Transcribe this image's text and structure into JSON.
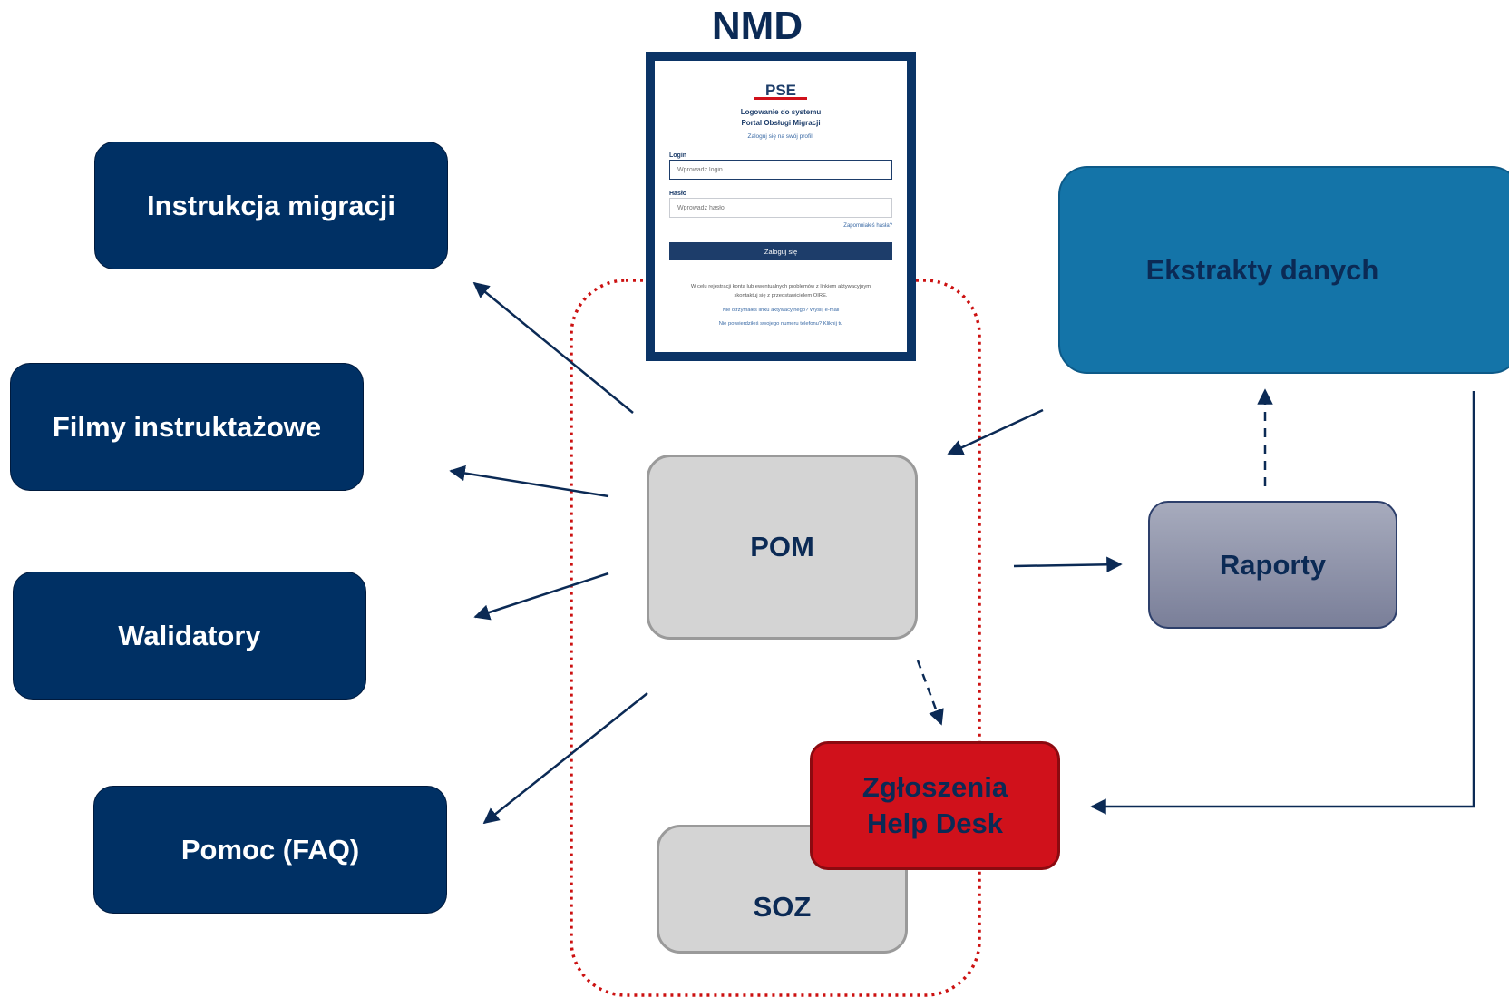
{
  "title": "NMD",
  "login_card": {
    "logo": "PSE",
    "heading_1": "Logowanie do systemu",
    "heading_2": "Portal Obsługi Migracji",
    "subtitle": "Zaloguj się na swój profil.",
    "login_label": "Login",
    "login_placeholder": "Wprowadź login",
    "password_label": "Hasło",
    "password_placeholder": "Wprowadź hasło",
    "forgot_password": "Zapomniałeś hasła?",
    "submit_button": "Zaloguj się",
    "info_line_1": "W celu rejestracji konta lub ewentualnych problemów z linkiem aktywacyjnym",
    "info_line_2": "skontaktuj się z przedstawicielem OIRE.",
    "resend_link": "Nie otrzymałeś linku aktywacyjnego? Wyślij e-mail",
    "phone_link": "Nie potwierdziłeś swojego numeru telefonu? Kliknij tu"
  },
  "nodes": {
    "instrukcja": "Instrukcja migracji",
    "filmy": "Filmy instruktażowe",
    "walidatory": "Walidatory",
    "pomoc": "Pomoc (FAQ)",
    "pom": "POM",
    "soz": "SOZ",
    "helpdesk_line1": "Zgłoszenia",
    "helpdesk_line2": "Help Desk",
    "ekstrakty": "Ekstrakty danych",
    "raporty": "Raporty"
  },
  "colors": {
    "navy": "#003064",
    "grey_box": "#d4d4d4",
    "helpdesk_red": "#d0111b",
    "ekstrakty_blue": "#1474a8",
    "dotted_outline": "#cc1111",
    "arrow": "#0b2a55"
  }
}
